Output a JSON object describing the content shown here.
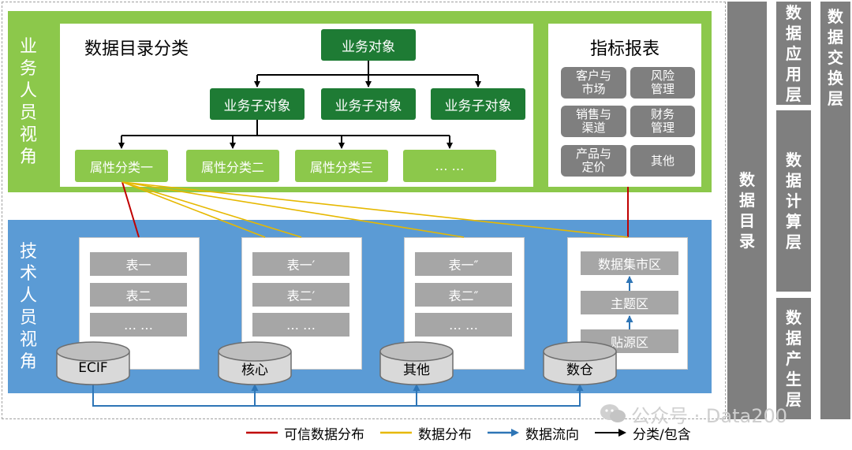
{
  "business_view": {
    "side_label": "业务人员视角",
    "catalog_title": "数据目录分类",
    "root": "业务对象",
    "sub_objects": [
      "业务子对象",
      "业务子对象",
      "业务子对象"
    ],
    "attributes": [
      "属性分类一",
      "属性分类二",
      "属性分类三",
      "… …"
    ],
    "indicator_title": "指标报表",
    "indicators": [
      "客户与\n市场",
      "风险\n管理",
      "销售与\n渠道",
      "财务\n管理",
      "产品与\n定价",
      "其他"
    ]
  },
  "tech_view": {
    "side_label": "技术人员视角",
    "systems": [
      {
        "rows": [
          "表一",
          "表二",
          "… …"
        ],
        "db": "ECIF"
      },
      {
        "rows": [
          "表一′",
          "表二′",
          "… …"
        ],
        "db": "核心"
      },
      {
        "rows": [
          "表一″",
          "表二″",
          "… …"
        ],
        "db": "其他"
      },
      {
        "rows": [
          "数据集市区",
          "主题区",
          "贴源区"
        ],
        "db": "数仓"
      }
    ]
  },
  "side_columns": {
    "catalog": "数据目录",
    "application": "数据应用层",
    "compute": "数据计算层",
    "production": "数据产生层",
    "exchange": "数据交换层"
  },
  "watermark": "公众号 · Data200",
  "legend": [
    {
      "label": "可信数据分布",
      "color": "#c00000"
    },
    {
      "label": "数据分布",
      "color": "#e6b800"
    },
    {
      "label": "数据流向",
      "color": "#2e75b6"
    },
    {
      "label": "分类/包含",
      "color": "#000000"
    }
  ],
  "colors": {
    "business_bg": "#8cc84b",
    "tech_bg": "#5b9bd5",
    "dark_green": "#1e7b34",
    "gray_column": "#7f7f7f"
  }
}
